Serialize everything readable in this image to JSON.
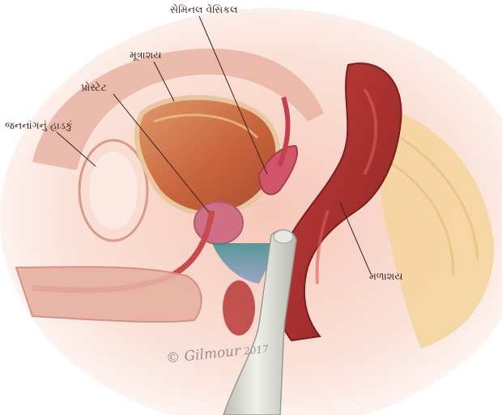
{
  "labels": {
    "seminal_vesicle": "સેમિનલ વેસિકલ",
    "bladder": "મૂત્રાશય",
    "prostate": "પ્રોસ્ટેટ",
    "pubic_bone": "જનનાંગનું હાડકું",
    "rectum": "મળાશય"
  },
  "signature": {
    "name": "Gilmour",
    "year": "2017"
  },
  "colors": {
    "background": "#fdf0ec",
    "tissue": "#e9b6a6",
    "muscle": "#b5352f",
    "bladder": "#c8643d",
    "fat": "#f3d49b",
    "prostate": "#cf6f86",
    "probe": "#d8d8d2",
    "ultrasound": "#5b86c6"
  }
}
